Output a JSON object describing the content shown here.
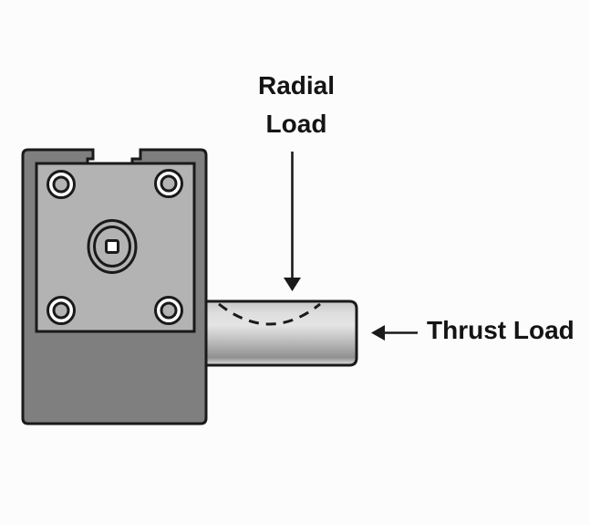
{
  "diagram": {
    "kind": "technical-illustration",
    "subject": "gearmotor-face-with-output-shaft",
    "labels": {
      "radial_load": "Radial\nLoad",
      "thrust_load": "Thrust Load"
    },
    "colors": {
      "outline": "#1a1a1a",
      "housing_gray": "#7f7f7f",
      "faceplate_gray": "#b3b3b3",
      "bolt_ring_white": "#ffffff",
      "shaft_highlight": "#e4e4e4",
      "shaft_shadow": "#909090",
      "background": "#fcfcfc"
    },
    "parts": [
      "gearbox-housing",
      "mounting-faceplate",
      "corner-bolt",
      "center-pilot-boss",
      "shaft-key-square",
      "output-shaft",
      "hidden-bore-arc",
      "radial-load-arrow",
      "thrust-load-arrow"
    ]
  }
}
